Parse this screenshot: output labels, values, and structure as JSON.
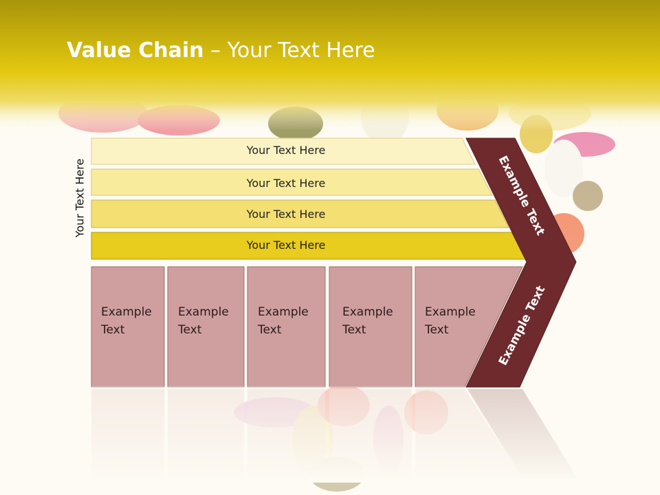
{
  "title": {
    "bold": "Value Chain",
    "rest": " – Your Text Here"
  },
  "side_label": "Your Text Here",
  "bands": [
    {
      "label": "Your Text Here"
    },
    {
      "label": "Your Text Here"
    },
    {
      "label": "Your Text Here"
    },
    {
      "label": "Your Text Here"
    }
  ],
  "boxes": [
    {
      "line1": "Example",
      "line2": "Text"
    },
    {
      "line1": "Example",
      "line2": "Text"
    },
    {
      "line1": "Example",
      "line2": "Text"
    },
    {
      "line1": "Example",
      "line2": "Text"
    },
    {
      "line1": "Example",
      "line2": "Text"
    }
  ],
  "chevron": {
    "upper_label": "Example Text",
    "lower_label": "Example Text"
  },
  "colors": {
    "header_yellow": "#c4ae08",
    "band_1": "#fbf3c4",
    "band_2": "#f8ec9c",
    "band_3": "#f3df72",
    "band_4": "#e8cc1e",
    "box_fill": "#cf9f9f",
    "chevron_fill": "#6e2a2d"
  }
}
